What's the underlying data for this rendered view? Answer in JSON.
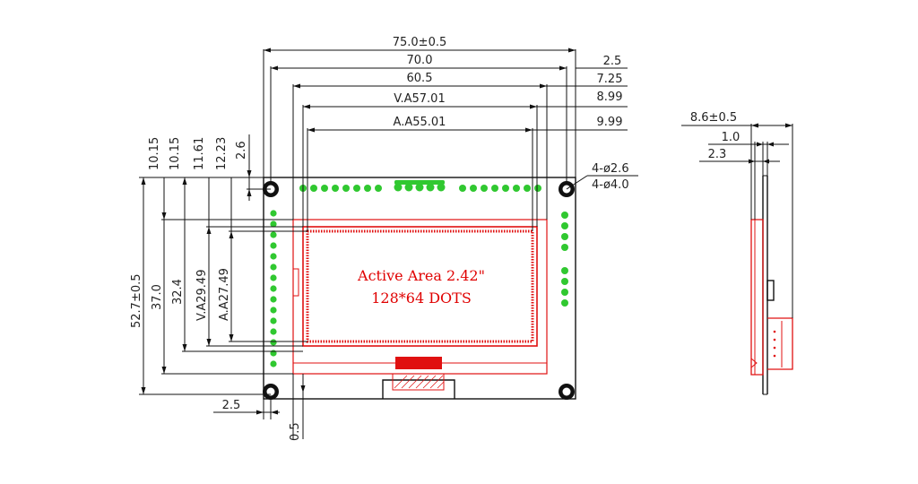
{
  "front_view": {
    "dims_horizontal": {
      "overall_width": "75.0±0.5",
      "hole_pitch": "70.0",
      "glass_width": "60.5",
      "viewing_area_width": "V.A57.01",
      "active_area_width": "A.A55.01",
      "hole_offset": "2.5",
      "glass_offset": "7.25",
      "va_offset": "8.99",
      "aa_offset": "9.99"
    },
    "dims_vertical": {
      "top_1": "10.15",
      "top_2": "10.15",
      "top_3": "11.61",
      "top_4": "12.23",
      "top_5": "2.6",
      "overall_height": "52.7±0.5",
      "glass_height": "37.0",
      "outline_height": "32.4",
      "viewing_area_height": "V.A29.49",
      "active_area_height": "A.A27.49"
    },
    "bottom_dims": {
      "hole_left_offset": "2.5",
      "glass_bottom_offset": "0.5"
    },
    "holes": {
      "line1": "4-ø2.6",
      "line2": "4-ø4.0"
    },
    "active_area_label": "Active Area 2.42\"",
    "dots_label": "128*64 DOTS"
  },
  "side_view": {
    "thickness": "8.6±0.5",
    "pcb_thickness": "1.0",
    "glass_thickness": "2.3"
  },
  "colors": {
    "line": "#111111",
    "highlight": "#e01010",
    "pins": "#30c830"
  }
}
